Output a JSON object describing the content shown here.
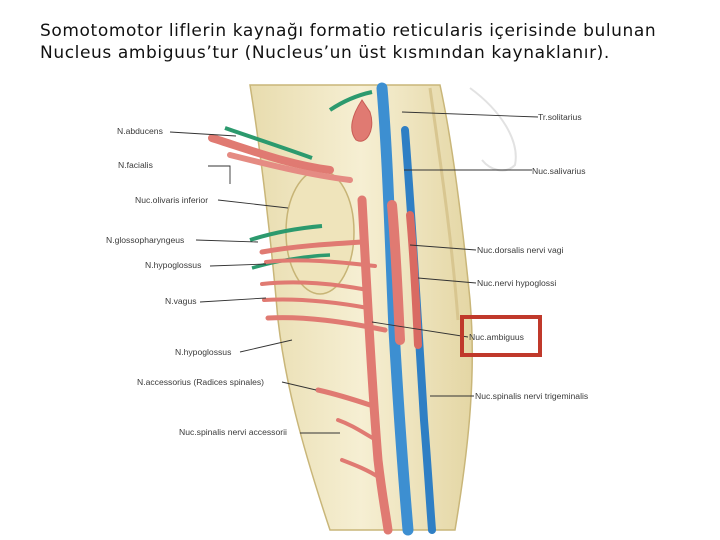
{
  "caption": {
    "line1": "Somotomotor liflerin kaynağı formatio reticularis içerisinde bulunan",
    "line2": "Nucleus ambiguus’tur (Nucleus’un üst kısmından kaynaklanır)."
  },
  "figure": {
    "left_labels": [
      "N.abducens",
      "N.facialis",
      "Nuc.olivaris inferior",
      "N.glossopharyngeus",
      "N.hypoglossus",
      "N.vagus",
      "N.hypoglossus",
      "N.accessorius (Radices spinales)",
      "Nuc.spinalis nervi accessorii"
    ],
    "right_labels": [
      "Tr.solitarius",
      "Nuc.salivarius",
      "Nuc.dorsalis nervi vagi",
      "Nuc.nervi hypoglossi",
      "Nuc.ambiguus",
      "Nuc.spinalis nervi trigeminalis"
    ],
    "colors": {
      "highlight_box": "#c0392b",
      "nerve_red": "#e07a72",
      "tract_blue": "#3d8fd1",
      "nerve_green": "#2c9a6e",
      "tissue": "#f1e7c4"
    }
  }
}
